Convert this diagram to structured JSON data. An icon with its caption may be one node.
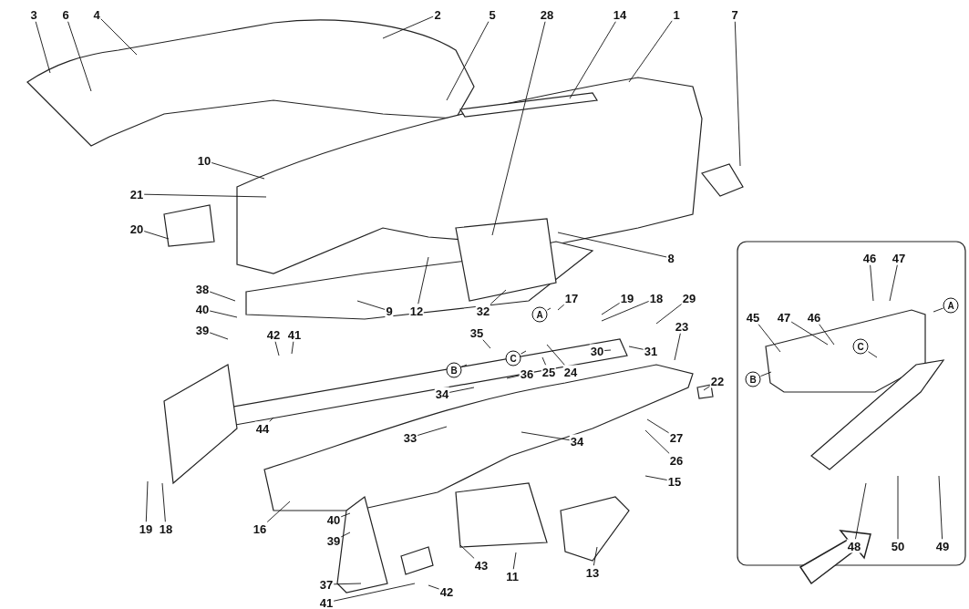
{
  "diagram": {
    "nodes": [
      {
        "text": [
          "3"
        ]
      },
      {
        "text": [
          "6"
        ]
      },
      {
        "text": [
          "4"
        ]
      },
      {
        "text": [
          "2"
        ]
      },
      {
        "text": [
          "5"
        ]
      },
      {
        "text": [
          "28"
        ]
      },
      {
        "text": [
          "14"
        ]
      },
      {
        "text": [
          "1"
        ]
      },
      {
        "text": [
          "7"
        ]
      },
      {
        "text": [
          "10"
        ]
      },
      {
        "text": [
          "21"
        ]
      },
      {
        "text": [
          "20"
        ]
      },
      {
        "text": [
          "8"
        ]
      },
      {
        "text": [
          "38"
        ]
      },
      {
        "text": [
          "40"
        ]
      },
      {
        "text": [
          "9"
        ]
      },
      {
        "text": [
          "12"
        ]
      },
      {
        "text": [
          "32"
        ]
      },
      {
        "text": [
          "17"
        ]
      },
      {
        "text": [
          "19"
        ]
      },
      {
        "text": [
          "18"
        ]
      },
      {
        "text": [
          "29"
        ]
      },
      {
        "text": [
          "A"
        ]
      },
      {
        "text": [
          "39"
        ]
      },
      {
        "text": [
          "42"
        ]
      },
      {
        "text": [
          "41"
        ]
      },
      {
        "text": [
          "35"
        ]
      },
      {
        "text": [
          "23"
        ]
      },
      {
        "text": [
          "30"
        ]
      },
      {
        "text": [
          "31"
        ]
      },
      {
        "text": [
          "C"
        ]
      },
      {
        "text": [
          "B"
        ]
      },
      {
        "text": [
          "36"
        ]
      },
      {
        "text": [
          "25"
        ]
      },
      {
        "text": [
          "24"
        ]
      },
      {
        "text": [
          "22"
        ]
      },
      {
        "text": [
          "34"
        ]
      },
      {
        "text": [
          "44"
        ]
      },
      {
        "text": [
          "33"
        ]
      },
      {
        "text": [
          "34"
        ]
      },
      {
        "text": [
          "27"
        ]
      },
      {
        "text": [
          "26"
        ]
      },
      {
        "text": [
          "15"
        ]
      },
      {
        "text": [
          "19"
        ]
      },
      {
        "text": [
          "18"
        ]
      },
      {
        "text": [
          "16"
        ]
      },
      {
        "text": [
          "40"
        ]
      },
      {
        "text": [
          "39"
        ]
      },
      {
        "text": [
          "43"
        ]
      },
      {
        "text": [
          "11"
        ]
      },
      {
        "text": [
          "13"
        ]
      },
      {
        "text": [
          "37"
        ]
      },
      {
        "text": [
          "41"
        ]
      },
      {
        "text": [
          "42"
        ]
      },
      {
        "text": [
          "46"
        ]
      },
      {
        "text": [
          "47"
        ]
      },
      {
        "text": [
          "A"
        ]
      },
      {
        "text": [
          "45"
        ]
      },
      {
        "text": [
          "47"
        ]
      },
      {
        "text": [
          "46"
        ]
      },
      {
        "text": [
          "C"
        ]
      },
      {
        "text": [
          "B"
        ]
      },
      {
        "text": [
          "48"
        ]
      },
      {
        "text": [
          "50"
        ]
      },
      {
        "text": [
          "49"
        ]
      }
    ],
    "edges": [
      {
        "from": 0,
        "to": null,
        "arrow": "none"
      },
      {
        "from": 1,
        "to": null,
        "arrow": "none"
      },
      {
        "from": 2,
        "to": null,
        "arrow": "none"
      },
      {
        "from": 3,
        "to": null,
        "arrow": "none"
      },
      {
        "from": 4,
        "to": null,
        "arrow": "none"
      },
      {
        "from": 5,
        "to": null,
        "arrow": "none"
      },
      {
        "from": 6,
        "to": null,
        "arrow": "none"
      },
      {
        "from": 7,
        "to": null,
        "arrow": "none"
      },
      {
        "from": 8,
        "to": null,
        "arrow": "none"
      },
      {
        "from": 9,
        "to": null,
        "arrow": "none"
      },
      {
        "from": 10,
        "to": null,
        "arrow": "none"
      },
      {
        "from": 11,
        "to": null,
        "arrow": "none"
      },
      {
        "from": 12,
        "to": null,
        "arrow": "none"
      },
      {
        "from": 13,
        "to": null,
        "arrow": "none"
      },
      {
        "from": 14,
        "to": null,
        "arrow": "none"
      },
      {
        "from": 15,
        "to": null,
        "arrow": "none"
      },
      {
        "from": 16,
        "to": null,
        "arrow": "none"
      },
      {
        "from": 17,
        "to": null,
        "arrow": "none"
      },
      {
        "from": 18,
        "to": null,
        "arrow": "none"
      },
      {
        "from": 19,
        "to": null,
        "arrow": "none"
      },
      {
        "from": 20,
        "to": null,
        "arrow": "none"
      },
      {
        "from": 21,
        "to": null,
        "arrow": "none"
      },
      {
        "from": 22,
        "to": null,
        "arrow": "none"
      },
      {
        "from": 23,
        "to": null,
        "arrow": "none"
      },
      {
        "from": 24,
        "to": null,
        "arrow": "none"
      },
      {
        "from": 25,
        "to": null,
        "arrow": "none"
      },
      {
        "from": 26,
        "to": null,
        "arrow": "none"
      },
      {
        "from": 27,
        "to": null,
        "arrow": "none"
      },
      {
        "from": 28,
        "to": null,
        "arrow": "none"
      },
      {
        "from": 29,
        "to": null,
        "arrow": "none"
      },
      {
        "from": 30,
        "to": null,
        "arrow": "none"
      },
      {
        "from": 31,
        "to": null,
        "arrow": "none"
      },
      {
        "from": 32,
        "to": null,
        "arrow": "none"
      },
      {
        "from": 33,
        "to": null,
        "arrow": "none"
      },
      {
        "from": 34,
        "to": null,
        "arrow": "none"
      },
      {
        "from": 35,
        "to": null,
        "arrow": "none"
      },
      {
        "from": 36,
        "to": null,
        "arrow": "none"
      },
      {
        "from": 37,
        "to": null,
        "arrow": "none"
      },
      {
        "from": 38,
        "to": null,
        "arrow": "none"
      },
      {
        "from": 39,
        "to": null,
        "arrow": "none"
      },
      {
        "from": 40,
        "to": null,
        "arrow": "none"
      },
      {
        "from": 41,
        "to": null,
        "arrow": "none"
      },
      {
        "from": 42,
        "to": null,
        "arrow": "none"
      },
      {
        "from": 43,
        "to": null,
        "arrow": "none"
      },
      {
        "from": 44,
        "to": null,
        "arrow": "none"
      },
      {
        "from": 45,
        "to": null,
        "arrow": "none"
      },
      {
        "from": 46,
        "to": null,
        "arrow": "none"
      },
      {
        "from": 47,
        "to": null,
        "arrow": "none"
      },
      {
        "from": 48,
        "to": null,
        "arrow": "none"
      },
      {
        "from": 49,
        "to": null,
        "arrow": "none"
      },
      {
        "from": 50,
        "to": null,
        "arrow": "none"
      },
      {
        "from": 51,
        "to": null,
        "arrow": "none"
      },
      {
        "from": 52,
        "to": null,
        "arrow": "none"
      },
      {
        "from": 53,
        "to": null,
        "arrow": "none"
      },
      {
        "from": 54,
        "to": null,
        "arrow": "none"
      },
      {
        "from": 55,
        "to": null,
        "arrow": "none"
      },
      {
        "from": 56,
        "to": null,
        "arrow": "none"
      },
      {
        "from": 57,
        "to": null,
        "arrow": "none"
      },
      {
        "from": 58,
        "to": null,
        "arrow": "none"
      },
      {
        "from": 59,
        "to": null,
        "arrow": "none"
      },
      {
        "from": 60,
        "to": null,
        "arrow": "none"
      },
      {
        "from": 61,
        "to": null,
        "arrow": "none"
      },
      {
        "from": 62,
        "to": null,
        "arrow": "none"
      },
      {
        "from": 63,
        "to": null,
        "arrow": "none"
      },
      {
        "from": 64,
        "to": null,
        "arrow": "none"
      }
    ]
  }
}
